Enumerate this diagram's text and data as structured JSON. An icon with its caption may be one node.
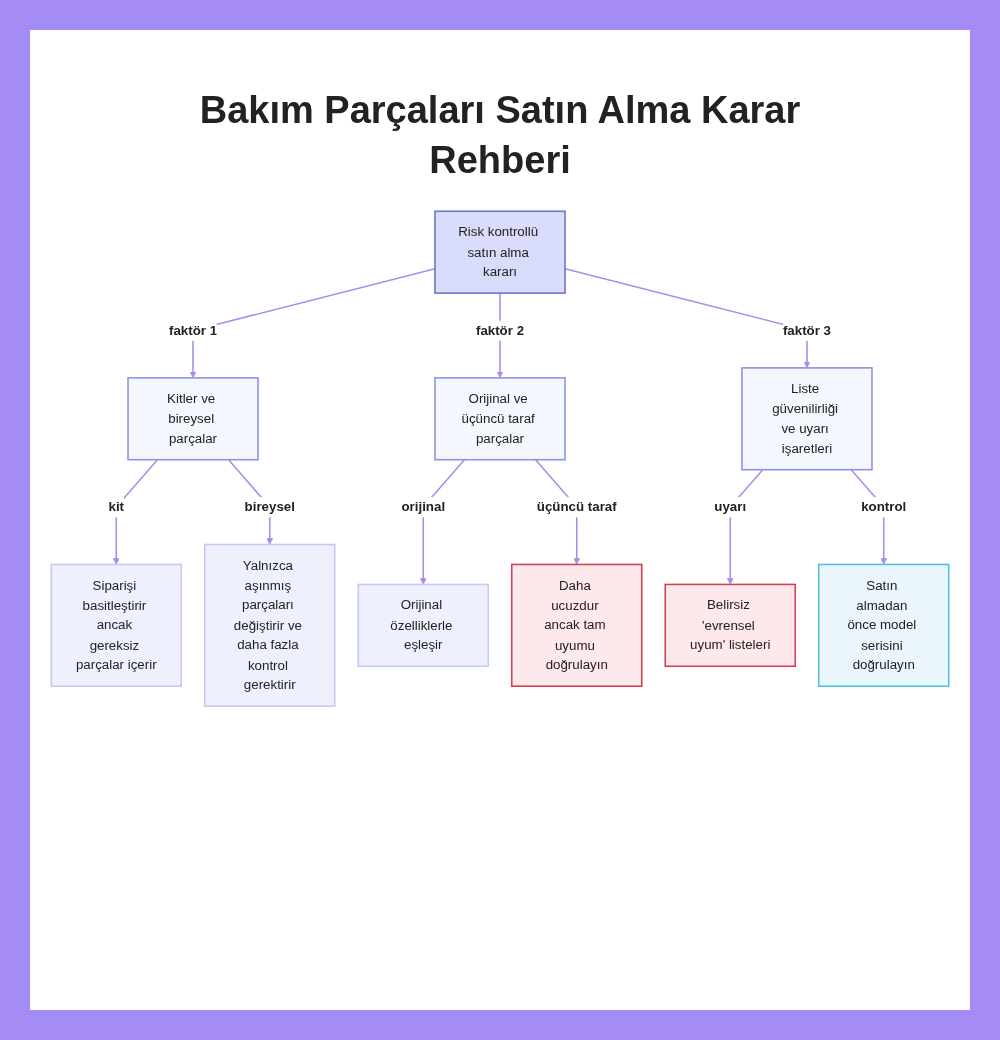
{
  "diagram": {
    "title": "Bakım Parçaları Satın Alma Karar Rehberi",
    "nodes": [
      {
        "text": [
          "Risk kontrollü satın alma kararı"
        ]
      },
      {
        "text": [
          "Kitler ve bireysel parçalar"
        ]
      },
      {
        "text": [
          "Orijinal ve üçüncü taraf parçalar"
        ]
      },
      {
        "text": [
          "Liste güvenilirliği ve uyarı işaretleri"
        ]
      },
      {
        "text": [
          "Siparişi basitleştirir ancak gereksiz parçalar içerir"
        ]
      },
      {
        "text": [
          "Yalnızca aşınmış parçaları değiştirir ve daha fazla kontrol gerektirir"
        ]
      },
      {
        "text": [
          "Orijinal özelliklerle eşleşir"
        ]
      },
      {
        "text": [
          "Daha ucuzdur ancak tam uyumu doğrulayın"
        ]
      },
      {
        "text": [
          "Belirsiz 'evrensel uyum' listeleri"
        ]
      },
      {
        "text": [
          "Satın almadan önce model serisini doğrulayın"
        ]
      }
    ],
    "edges": [
      {
        "from": 0,
        "to": 1,
        "arrow": "to",
        "label": "faktör 1"
      },
      {
        "from": 0,
        "to": 2,
        "arrow": "to",
        "label": "faktör 2"
      },
      {
        "from": 0,
        "to": 3,
        "arrow": "to",
        "label": "faktör 3"
      },
      {
        "from": 1,
        "to": 4,
        "arrow": "to",
        "label": "kit"
      },
      {
        "from": 1,
        "to": 5,
        "arrow": "to",
        "label": "bireysel"
      },
      {
        "from": 2,
        "to": 6,
        "arrow": "to",
        "label": "orijinal"
      },
      {
        "from": 2,
        "to": 7,
        "arrow": "to",
        "label": "üçüncü taraf"
      },
      {
        "from": 3,
        "to": 8,
        "arrow": "to",
        "label": "uyarı"
      },
      {
        "from": 3,
        "to": 9,
        "arrow": "to",
        "label": "kontrol"
      }
    ]
  }
}
